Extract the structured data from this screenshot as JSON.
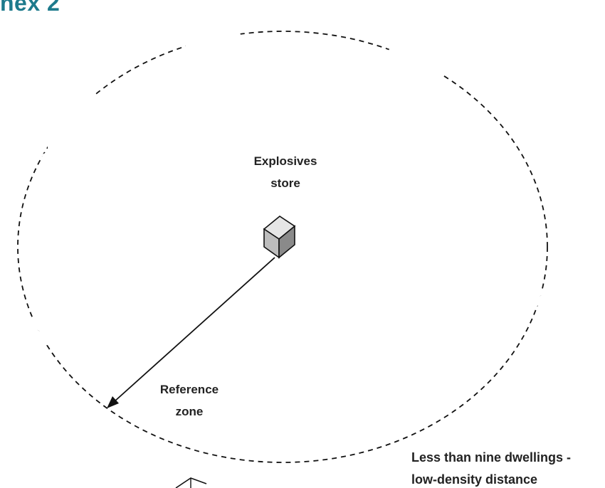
{
  "title": "nex 2",
  "labels": {
    "store": [
      "Explosives",
      "store"
    ],
    "zone": [
      "Reference",
      "zone"
    ],
    "caption": [
      "Less than nine dwellings -",
      "low-density distance"
    ]
  },
  "houses": [
    {
      "id": "house-top-center",
      "style": "tall"
    },
    {
      "id": "house-top-right",
      "style": "tall"
    },
    {
      "id": "house-upper-left",
      "style": "cottage"
    },
    {
      "id": "house-mid-left",
      "style": "tall"
    },
    {
      "id": "house-mid-right",
      "style": "cottage"
    },
    {
      "id": "house-bottom-center",
      "style": "cottage"
    }
  ],
  "colors": {
    "title": "#1d7a8c",
    "line": "#111111",
    "store_top": "#e6e6e6",
    "store_front": "#bdbdbd",
    "store_side": "#8a8a8a"
  }
}
